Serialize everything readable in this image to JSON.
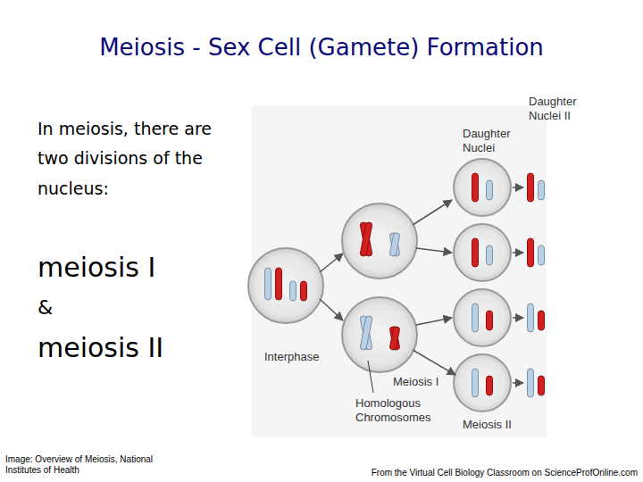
{
  "diagram": {
    "title": "Meiosis - Sex Cell (Gamete) Formation",
    "labels": [
      "In meiosis, there are two divisions of the nucleus:",
      "meiosis I",
      "&",
      "meiosis II",
      "Daughter Nuclei II",
      "Daughter Nuclei",
      "Interphase",
      "Meiosis I",
      "Homologous Chromosomes",
      "Meiosis II",
      "Image: Overview of Meiosis, National Institutes of Health",
      "From the Virtual Cell Biology Classroom on ScienceProfOnline.com"
    ]
  }
}
